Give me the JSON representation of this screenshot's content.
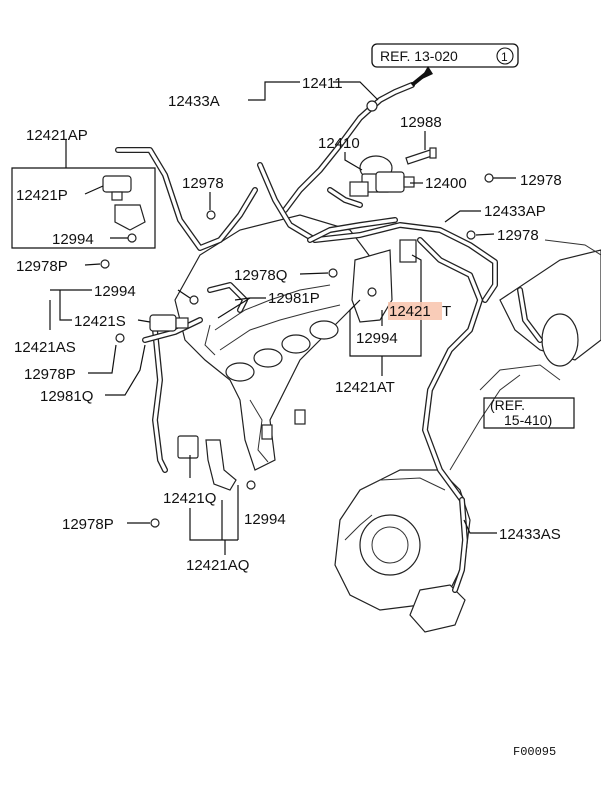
{
  "diagram": {
    "ref_top": "REF. 13-020",
    "ref_top_circle": "1",
    "ref_mid_line1": "(REF.",
    "ref_mid_line2": "15-410)",
    "figure_code": "F00095",
    "highlight_color": "#f8c7b0",
    "labels": {
      "p12411": "12411",
      "p12433A": "12433A",
      "p12988": "12988",
      "p12410": "12410",
      "p12421AP": "12421AP",
      "p12978_a": "12978",
      "p12400": "12400",
      "p12978_b": "12978",
      "p12421P": "12421P",
      "p12433AP": "12433AP",
      "p12994_a": "12994",
      "p12978_c": "12978",
      "p12978P_a": "12978P",
      "p12978Q": "12978Q",
      "p12994_b": "12994",
      "p12981P": "12981P",
      "p12421S": "12421S",
      "p12421T_hl": "12421",
      "p12421T_suffix": "T",
      "p12421AS": "12421AS",
      "p12994_c": "12994",
      "p12978P_b": "12978P",
      "p12421AT": "12421AT",
      "p12981Q": "12981Q",
      "p12421Q": "12421Q",
      "p12994_d": "12994",
      "p12978P_c": "12978P",
      "p12433AS": "12433AS",
      "p12421AQ": "12421AQ"
    }
  }
}
